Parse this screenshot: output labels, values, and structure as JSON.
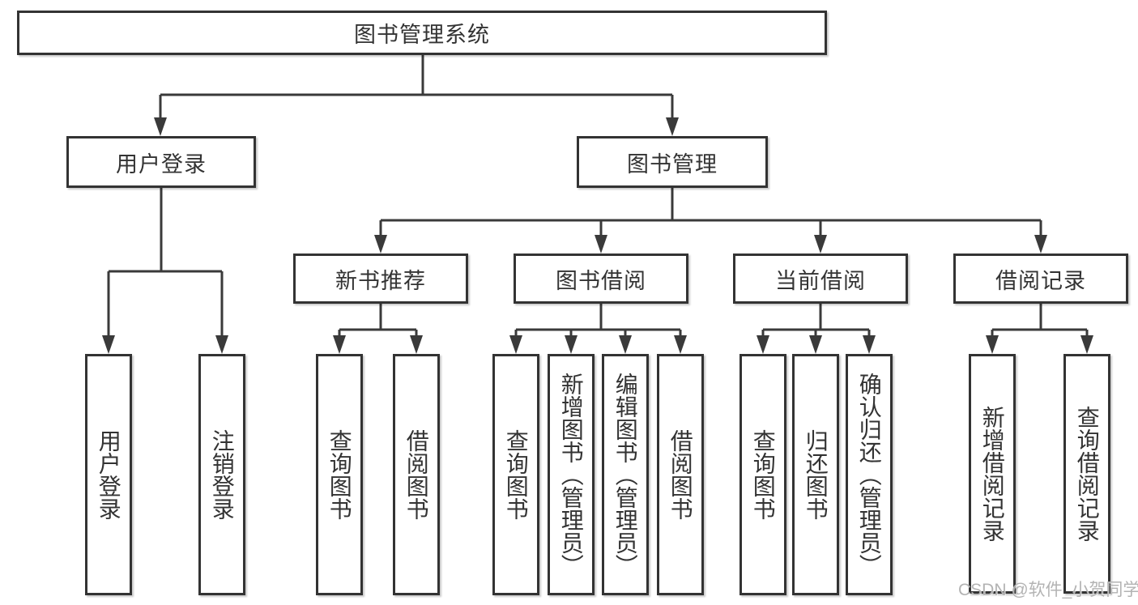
{
  "diagram": {
    "title": "图书管理系统",
    "root": {
      "label": "图书管理系统"
    },
    "level2": [
      {
        "label": "用户登录"
      },
      {
        "label": "图书管理"
      }
    ],
    "level3": [
      {
        "label": "新书推荐"
      },
      {
        "label": "图书借阅"
      },
      {
        "label": "当前借阅"
      },
      {
        "label": "借阅记录"
      }
    ],
    "leaves": [
      {
        "label": "用户登录",
        "parent": "用户登录"
      },
      {
        "label": "注销登录",
        "parent": "用户登录"
      },
      {
        "label": "查询图书",
        "parent": "新书推荐"
      },
      {
        "label": "借阅图书",
        "parent": "新书推荐"
      },
      {
        "label": "查询图书",
        "parent": "图书借阅"
      },
      {
        "label": "新增图书（管理员）",
        "parent": "图书借阅"
      },
      {
        "label": "编辑图书（管理员）",
        "parent": "图书借阅"
      },
      {
        "label": "借阅图书",
        "parent": "图书借阅"
      },
      {
        "label": "查询图书",
        "parent": "当前借阅"
      },
      {
        "label": "归还图书",
        "parent": "当前借阅"
      },
      {
        "label": "确认归还（管理员）",
        "parent": "当前借阅"
      },
      {
        "label": "新增借阅记录",
        "parent": "借阅记录"
      },
      {
        "label": "查询借阅记录",
        "parent": "借阅记录"
      }
    ],
    "colors": {
      "line": "#3a3a3a",
      "border": "#333333",
      "text": "#333333",
      "background": "#ffffff",
      "watermark": "#b3b3b3"
    }
  },
  "watermark": {
    "text": "CSDN @软件_小贺同学"
  }
}
